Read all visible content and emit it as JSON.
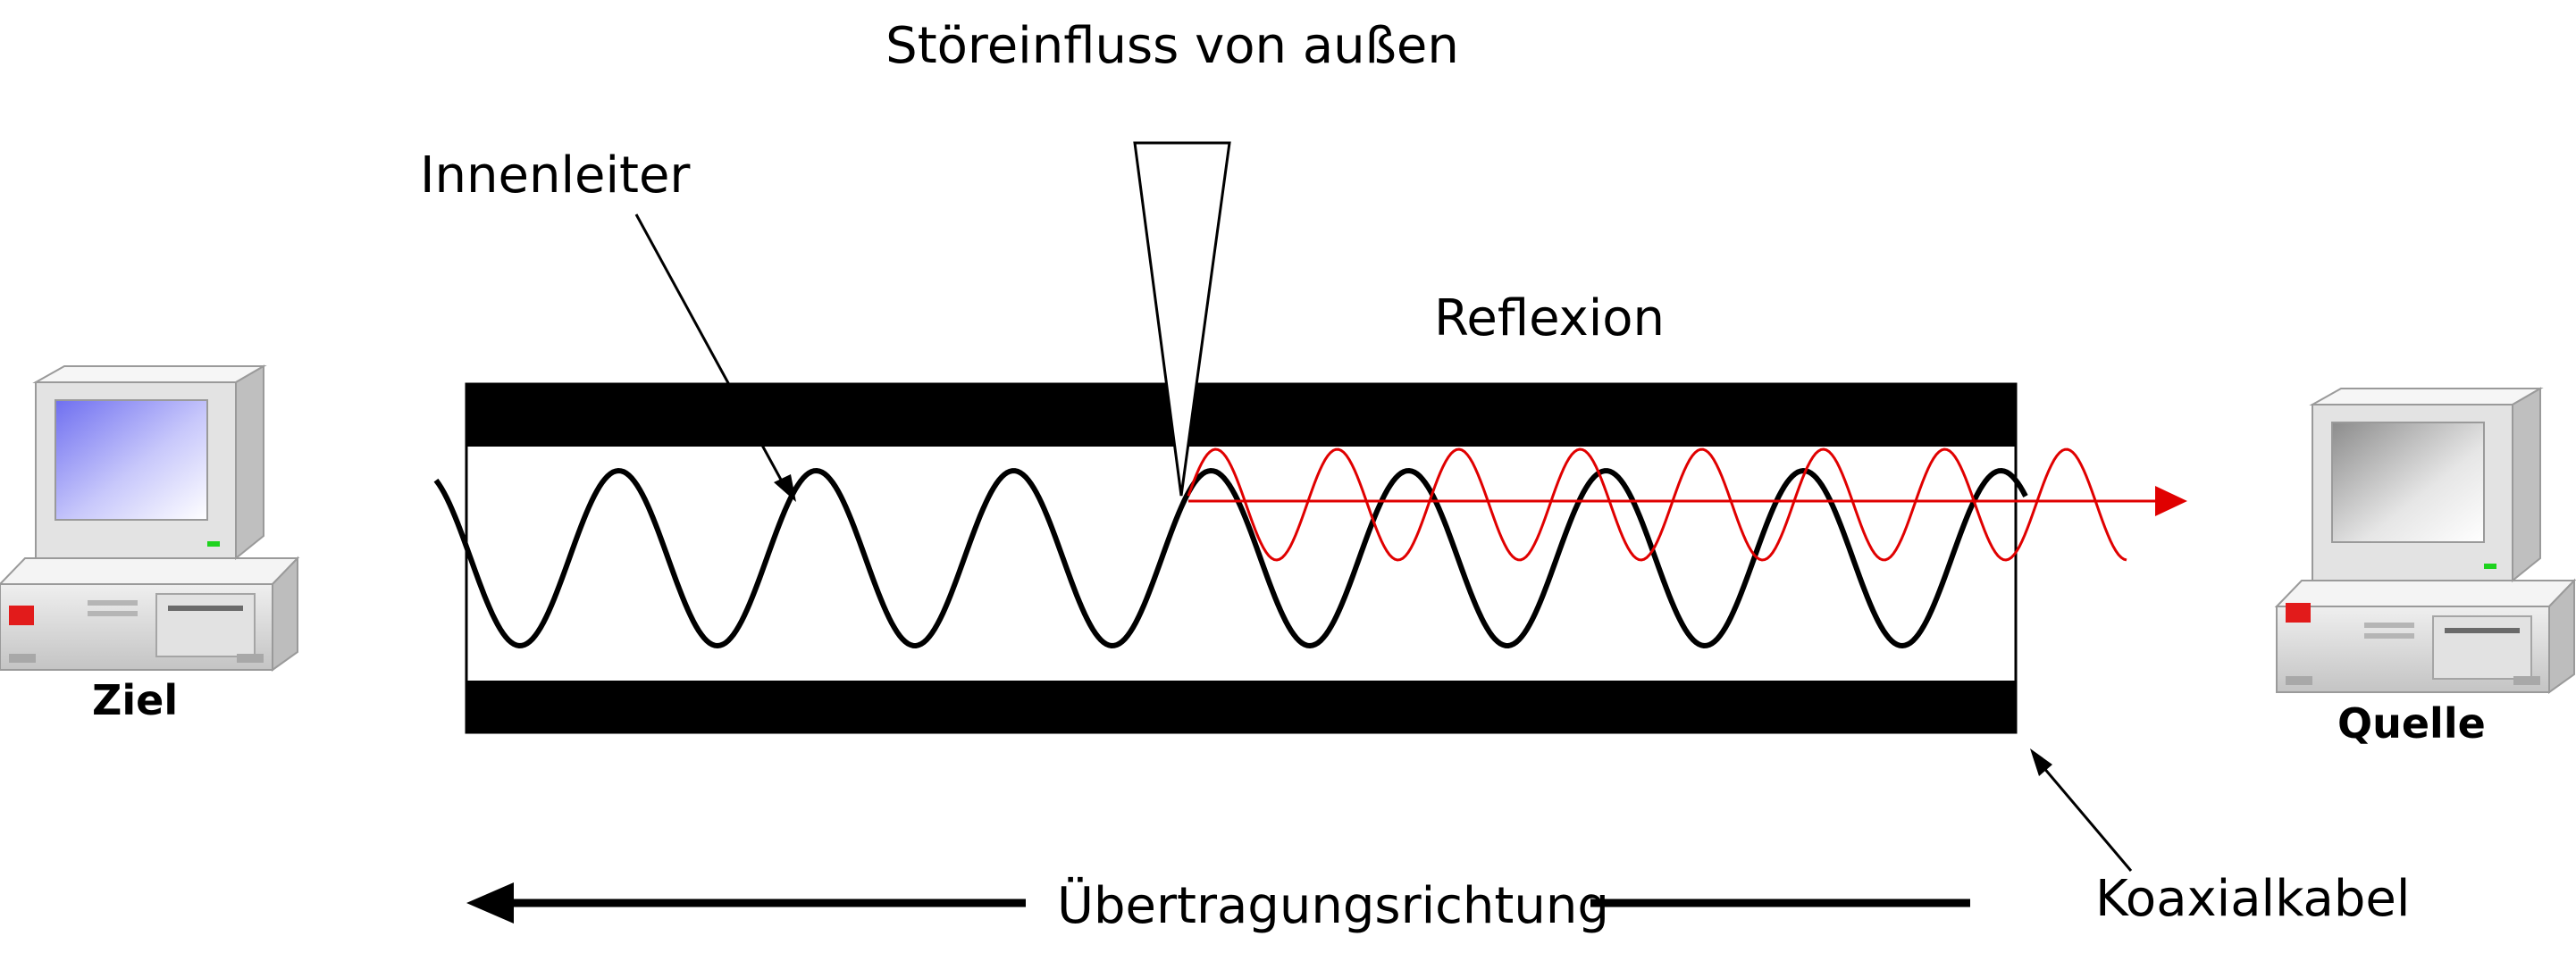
{
  "labels": {
    "interference": "Störeinfluss von außen",
    "inner_conductor": "Innenleiter",
    "reflection": "Reflexion",
    "target": "Ziel",
    "source": "Quelle",
    "direction": "Übertragungsrichtung",
    "coax_cable": "Koaxialkabel"
  },
  "colors": {
    "signal": "#000000",
    "reflection": "#e00000",
    "shield": "#000000",
    "monitor_screen": "#8c8cf2"
  },
  "icons": {
    "target_computer": "desktop-computer-icon",
    "source_computer": "desktop-computer-icon"
  }
}
